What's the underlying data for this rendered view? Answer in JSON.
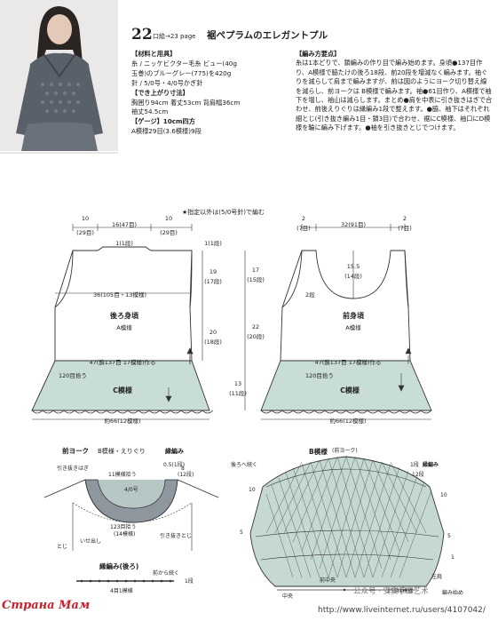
{
  "header": {
    "number": "22",
    "page_ref": "口絵→23 page",
    "title": "裾ペプラムのエレガントプル"
  },
  "materials": {
    "title": "【材料と用具】",
    "lines": [
      "糸 / ニッケビクター毛糸 ビュー(40g",
      "玉巻)のブルーグレー(775)を420g",
      "針 / 5/0号・4/0号かぎ針"
    ],
    "size_title": "【でき上がり寸法】",
    "size_lines": [
      "胸囲り94cm 着丈53cm 背肩幅36cm",
      "袖丈54.5cm"
    ],
    "gauge_title": "【ゲージ】10cm四方",
    "gauge_line": "A模様29目(3.6模様)9段"
  },
  "method": {
    "title": "【編み方要点】",
    "text": "糸は1本どりで、鎖編みの作り目で編み始めます。身頃●137目作り、A模様で脇たけの後ろ18段、前20段を増減なく編みます。袖ぐりを減らして肩まで編みますが、前は図のようにヨーク切り替え線を減らし、前ヨークは B模様で編みます。袖●61目作り、A模様で袖下を増し、袖山は減らします。まとめ●肩を中表に引き抜きはぎで合わせ、前後えりぐりは縁編み1段で整えます。●脇、袖下はそれぞれ細とじ(引き抜き編み1目・鎖3目)で合わせ、裾にC模様、袖口にD模様を輪に編み下げます。●袖を引き抜きとじでつけます。"
  },
  "diagram_note": "★指定以外は(5/0号針)で編む",
  "back": {
    "dims_top": [
      "10",
      "(29目)",
      "16(47目)",
      "10",
      "(29目)"
    ],
    "dec_top": "1(1段)",
    "neck": "1(1段)",
    "h19": "19",
    "h19s": "(17段)",
    "h17": "17",
    "h17s": "(15段)",
    "width": "36(105目・13模様)",
    "name": "後ろ身頃",
    "pattern": "A模様",
    "h20": "20",
    "h20s": "(18段)",
    "h22": "22",
    "h22s": "(20段)",
    "cast": "47(鎖137目 17模様)作る",
    "pick": "120目拾う",
    "c_pattern": "C模様",
    "h13": "13",
    "h13s": "(11段)",
    "hem": "約66(12模様)"
  },
  "front": {
    "dims_top": [
      "2",
      "(7目)",
      "32(91目)",
      "2",
      "(7目)"
    ],
    "neck_h": "15.5",
    "neck_hs": "(14段)",
    "dec": "2段",
    "name": "前身頃",
    "pattern": "A模様",
    "cast": "47(鎖137目 17模様)作る",
    "pick": "120目拾う",
    "c_pattern": "C模様",
    "hem": "約66(12模様)"
  },
  "yoke": {
    "title": "前ヨーク",
    "b_pattern": "B模様・えりぐり",
    "edge": "縁編み",
    "l1": "引き抜きはぎ",
    "l2": "0.5(1段)",
    "l3": "8",
    "l4": "(12段)",
    "l5": "11模様拾う",
    "l6": "4/0号",
    "l7": "123目拾う",
    "l8": "(14模様)",
    "l9": "いせ出し",
    "l10": "引き抜きとじ",
    "l11": "とじ",
    "back_edge_title": "縁編み(後ろ)",
    "back_edge_1": "前から続く",
    "back_edge_2": "1段",
    "back_edge_3": "4目1模様"
  },
  "bchart": {
    "title": "B模様",
    "sub": "(前ヨーク)",
    "l1": "後ろへ続く",
    "l2": "1段",
    "l3": "縁編み",
    "l4": "12段",
    "l5": "10",
    "l6": "10",
    "l7": "5",
    "l8": "5",
    "l9": "1",
    "l10": "前中央",
    "l11": "中央",
    "l12": "左肩",
    "l13": "15目1模様",
    "l14": "編み始め"
  },
  "footer": {
    "wechat": "公众号 · 安安手工艺术",
    "site": "http://www.liveinternet.ru/users/4107042/",
    "brand": "Страна Мам"
  }
}
